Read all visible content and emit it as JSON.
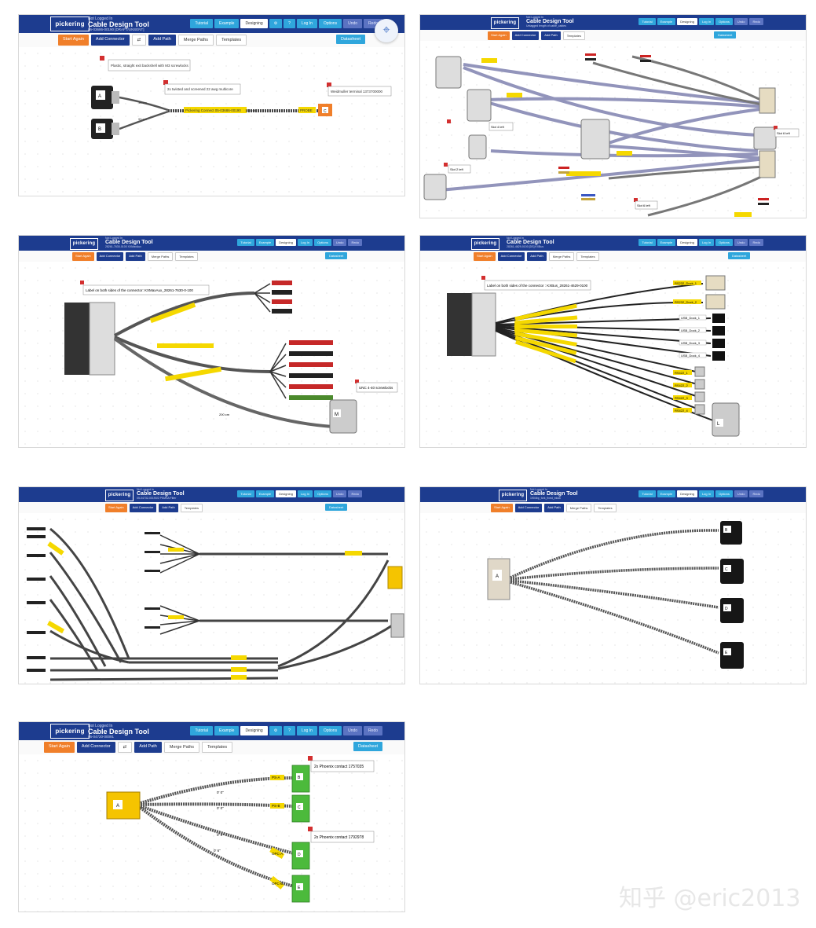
{
  "app": {
    "logo": "pickering",
    "not_logged_in": "Not Logged In",
    "title": "Cable Design Tool"
  },
  "nav": {
    "tutorial": "Tutorial",
    "example": "Example",
    "designing": "Designing",
    "login": "Log In",
    "options": "Options",
    "undo": "Undo",
    "redo": "Redo"
  },
  "toolbar": {
    "start_again": "Start Again",
    "add_connector": "Add Connector",
    "add_path": "Add Path",
    "merge_paths": "Merge Paths",
    "templates": "Templates",
    "datasheet": "Datasheet"
  },
  "panels": {
    "p1": {
      "subtitle": "05-03686-00190 [DRAFT/UNSENT]",
      "note_a": "Plastic, straight exit backshell with M3 screwlocks",
      "note_b": "2x twisted and screened 22 awg multicore",
      "note_c": "Weidmuller terminal 1373700000",
      "cable_label": "Pickering Connect 05-03686-00190",
      "len1": "15 cm",
      "len2": "95 cm",
      "len3": "175 cm",
      "end_label": "PROBE",
      "conn_a": "A",
      "conn_b": "B",
      "conn_c": "C"
    },
    "p2": {
      "subtitle": "Untagged length of cable_cables",
      "notes": [
        "Slot 2 left",
        "Slot 4 left",
        "Slot 6 left",
        "Slot 6 left"
      ]
    },
    "p3": {
      "subtitle": "28261-7630-0100 XXMaxAux",
      "note": "Label on both sides of the connector: KXMaxAux_28261-7630-0-100",
      "note_b": "UNC 4-40 screwlocks",
      "len": "200 cm",
      "conn": "M"
    },
    "p4": {
      "subtitle": "28261-4629-0100 [DS] KXBus",
      "note": "Label on both sides of the connector : KXBus_28261-4629-0100",
      "conn": "L",
      "labels": [
        "RS232_Dock_1",
        "RS232_Dock_2",
        "USB_Dock_1",
        "USB_Dock_2",
        "USB_Dock_3",
        "USB_Dock_4",
        "RS422_1",
        "RS422_2",
        "RS422_3",
        "RS422_4"
      ]
    },
    "p5": {
      "subtitle": "05-04732-00190/2 PSMSA Filter"
    },
    "p6": {
      "subtitle": "1904bp_fork_fixed_block",
      "conn": "A",
      "ends": [
        "B",
        "C",
        "D",
        "E"
      ]
    },
    "p7": {
      "subtitle": "05-04720-00091",
      "note_a": "2x Phoenix contact 1757035",
      "note_b": "2x Phoenix contact 1792978",
      "conn": "A",
      "ends": [
        "B",
        "C",
        "D",
        "E"
      ],
      "labels": [
        "PS-A",
        "PS-B",
        "OPC-A",
        "OPC-B"
      ],
      "lens": [
        "0' 0\"",
        "0' 0\"",
        "0' 6\"",
        "0' 6\""
      ]
    }
  },
  "watermark": "知乎 @eric2013",
  "colors": {
    "header": "#1d3c8f",
    "accent": "#2fa6dc",
    "start": "#f07f2a",
    "label": "#f5d800",
    "green": "#4cba3c"
  }
}
